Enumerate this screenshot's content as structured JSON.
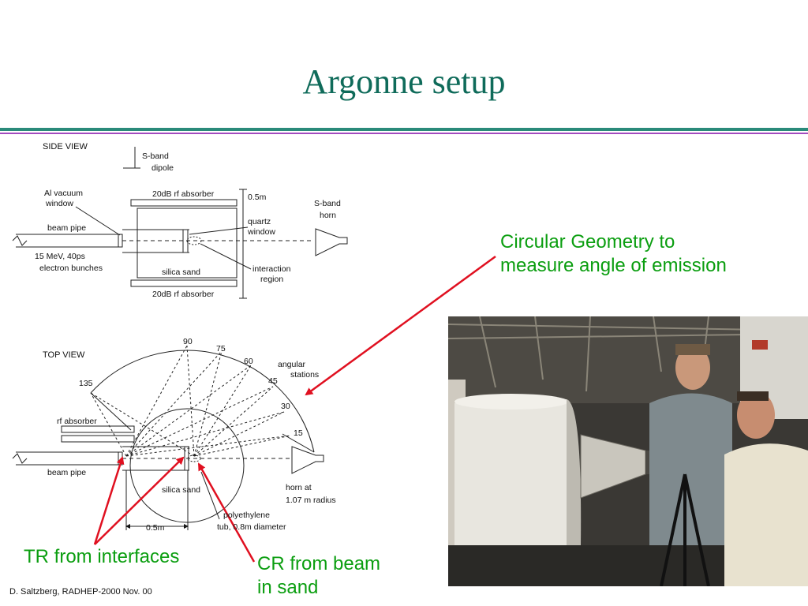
{
  "slide": {
    "title": "Argonne setup",
    "footer": "D. Saltzberg, RADHEP-2000  Nov. 00",
    "colors": {
      "title": "#0f6b5a",
      "rule_teal": "#2a8a7a",
      "rule_purple": "#a24bbf",
      "annotation_green": "#0b9e10",
      "arrow_red": "#e01020"
    }
  },
  "side_view": {
    "heading": "SIDE VIEW",
    "sband_dipole_1": "S-band",
    "sband_dipole_2": "dipole",
    "absorber_top": "20dB rf absorber",
    "dim_05m": "0.5m",
    "sband_horn_1": "S-band",
    "sband_horn_2": "horn",
    "al_window_1": "Al vacuum",
    "al_window_2": "window",
    "quartz_1": "quartz",
    "quartz_2": "window",
    "beam_pipe": "beam pipe",
    "beam_1": "15 MeV, 40ps",
    "beam_2": "electron bunches",
    "silica": "silica sand",
    "interaction_1": "interaction",
    "interaction_2": "region",
    "absorber_bottom": "20dB rf absorber"
  },
  "top_view": {
    "heading": "TOP VIEW",
    "angle_90": "90",
    "angle_75": "75",
    "angle_60": "60",
    "angle_45": "45",
    "angle_30": "30",
    "angle_15": "15",
    "angle_135": "135",
    "angular_1": "angular",
    "angular_2": "stations",
    "rf_absorber": "rf absorber",
    "beam_pipe": "beam pipe",
    "silica": "silica sand",
    "horn_1": "horn at",
    "horn_2": "1.07 m radius",
    "dim_05m": "0.5m",
    "poly_1": "polyethylene",
    "poly_2": "tub, 0.8m diameter"
  },
  "annotations": {
    "circular_1": "Circular Geometry to",
    "circular_2": "measure angle of emission",
    "tr": "TR from interfaces",
    "cr_1": "CR from beam",
    "cr_2": "in sand"
  }
}
